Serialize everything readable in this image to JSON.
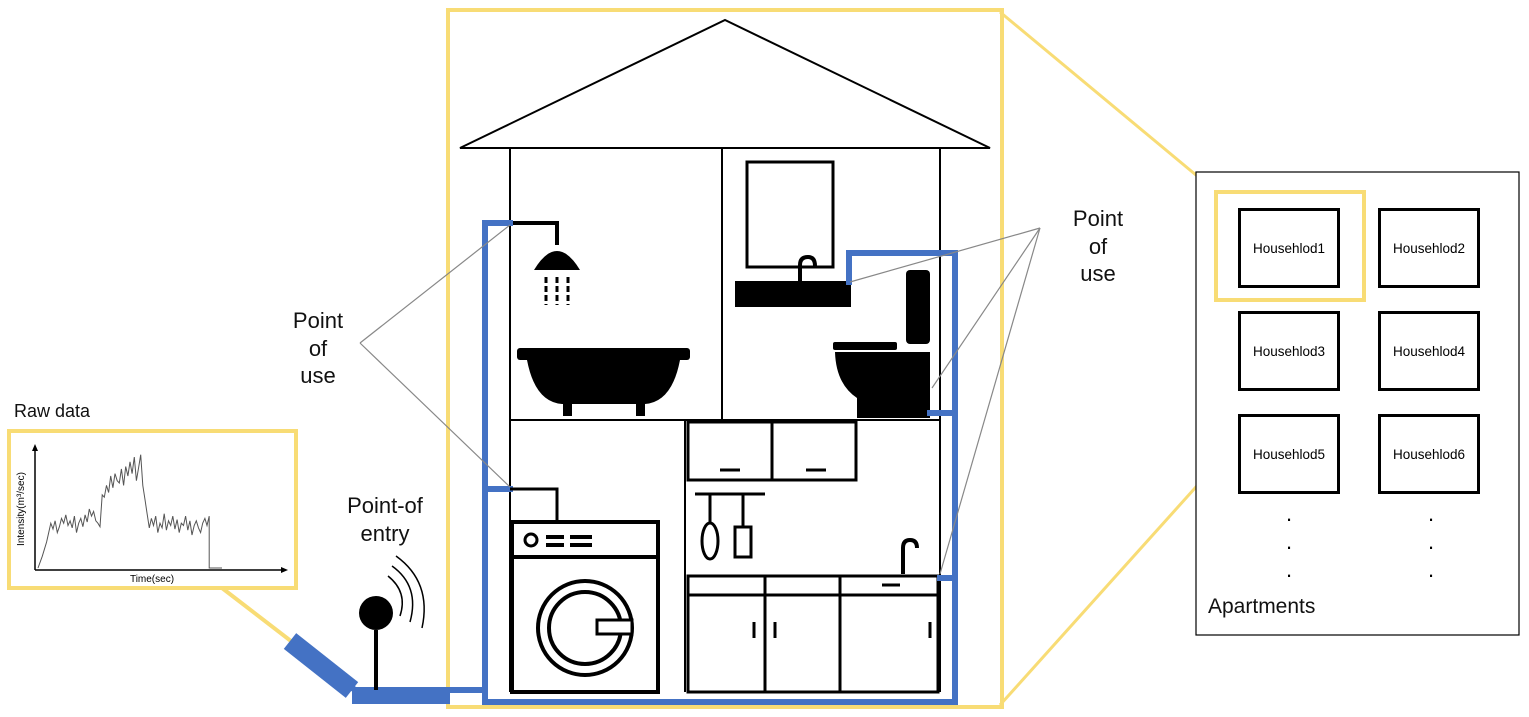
{
  "labels": {
    "point_of_use_left": [
      "Point",
      "of",
      "use"
    ],
    "point_of_use_right": [
      "Point",
      "of",
      "use"
    ],
    "point_of_entry": [
      "Point-of",
      "entry"
    ],
    "raw_data_title": "Raw data",
    "apartments": "Apartments"
  },
  "raw_chart": {
    "ylabel": "Intensity(m³/sec)",
    "xlabel": "Time(sec)"
  },
  "chart_data": {
    "type": "line",
    "title": "Raw data",
    "xlabel": "Time(sec)",
    "ylabel": "Intensity(m³/sec)",
    "grid": false,
    "series": [
      {
        "x": [
          0,
          4,
          8,
          10,
          12,
          14,
          16,
          18,
          20,
          22,
          24,
          26,
          28,
          30,
          32,
          34,
          36,
          38,
          40,
          42,
          44,
          46,
          48,
          50,
          52,
          54,
          56,
          58,
          60,
          62,
          64,
          66,
          68,
          70,
          72,
          74,
          76,
          78,
          80,
          82,
          84,
          86,
          88,
          90,
          92,
          94,
          96,
          98,
          100,
          102,
          104,
          106,
          108,
          110,
          112,
          114,
          116,
          118,
          120,
          122,
          124,
          126,
          128,
          130,
          132,
          134,
          136,
          138,
          140,
          142,
          144,
          146,
          148,
          150,
          152,
          154,
          156,
          158,
          160,
          160,
          172
        ],
        "y": [
          0,
          10,
          22,
          30,
          38,
          33,
          40,
          30,
          35,
          42,
          38,
          45,
          36,
          40,
          34,
          44,
          30,
          38,
          42,
          35,
          45,
          39,
          50,
          44,
          48,
          40,
          38,
          35,
          62,
          60,
          70,
          64,
          78,
          68,
          80,
          74,
          72,
          84,
          70,
          86,
          78,
          90,
          80,
          94,
          74,
          85,
          96,
          70,
          58,
          46,
          34,
          42,
          36,
          44,
          30,
          38,
          34,
          46,
          32,
          40,
          36,
          44,
          33,
          41,
          30,
          38,
          36,
          44,
          32,
          40,
          28,
          36,
          40,
          34,
          30,
          38,
          42,
          36,
          44,
          0,
          0
        ]
      }
    ]
  },
  "apartments": {
    "label": "Apartments",
    "households": [
      "Househlod1",
      "Househlod2",
      "Househlod3",
      "Househlod4",
      "Househlod5",
      "Househlod6"
    ],
    "highlighted": "Househlod1",
    "more_indicator": "·"
  },
  "colors": {
    "pipe": "#4472C4",
    "highlight": "#F8DC75",
    "fixture": "#000000",
    "callout_line": "#888888"
  }
}
